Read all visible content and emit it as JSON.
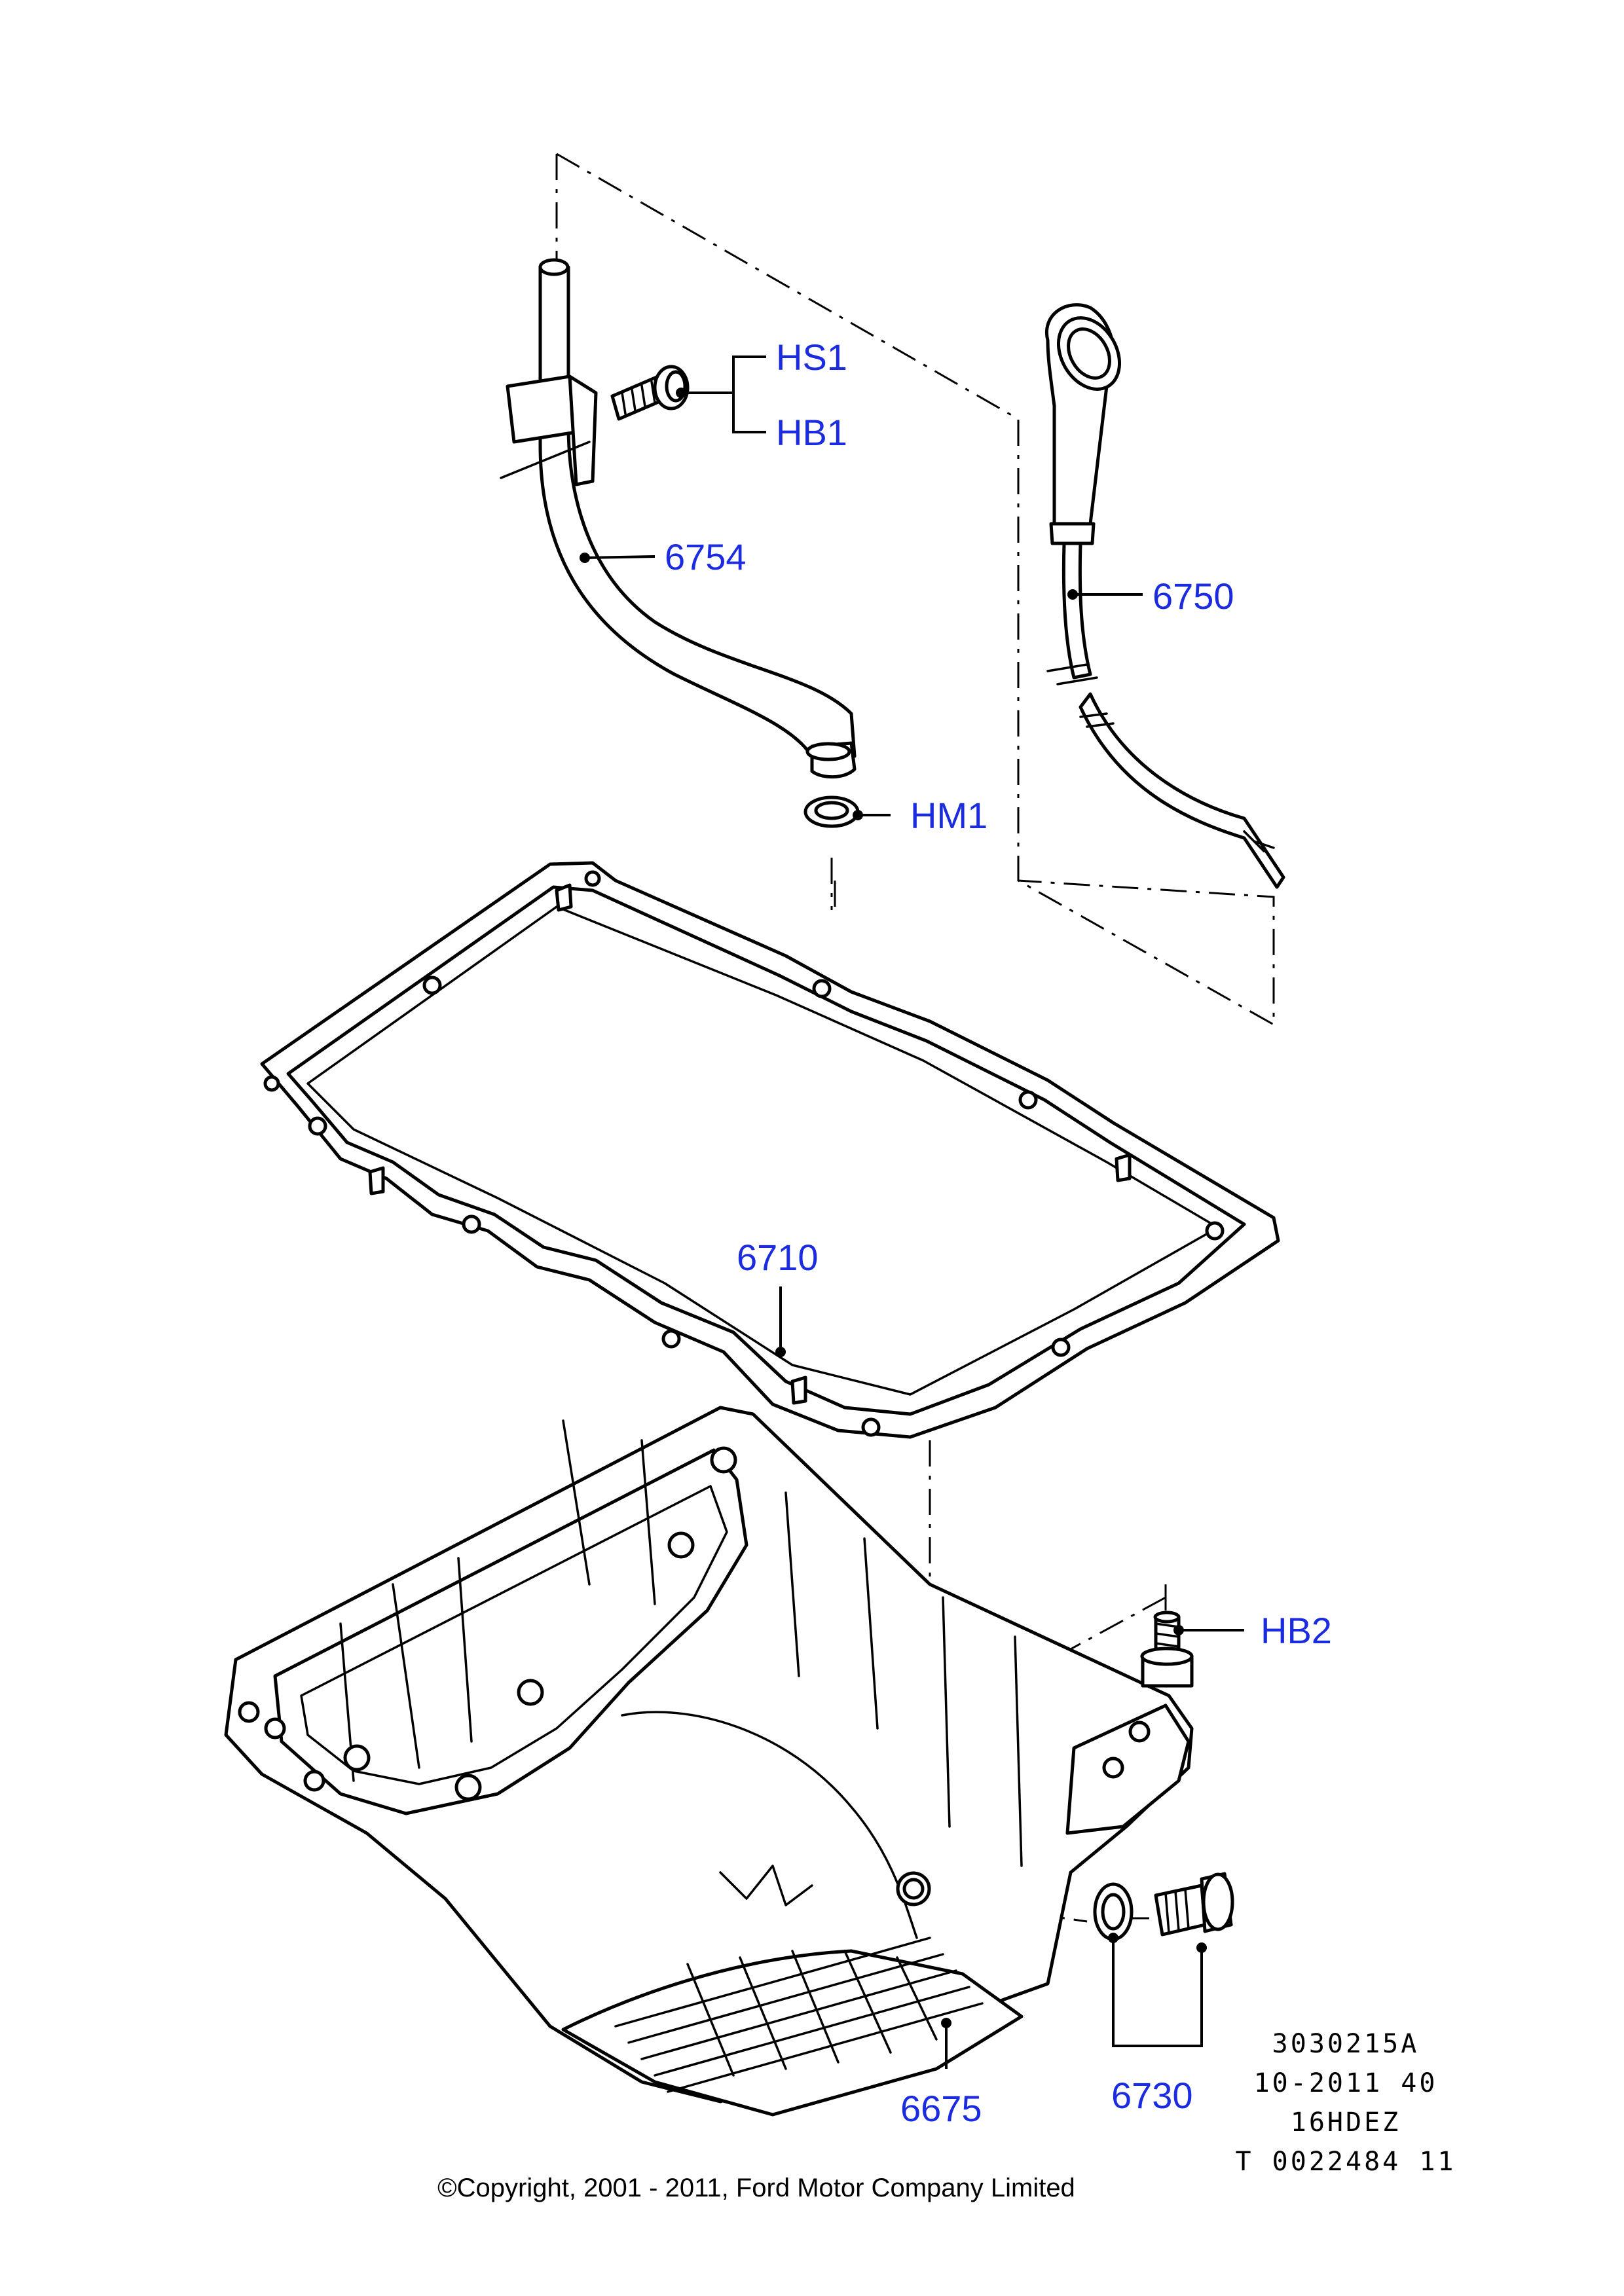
{
  "callouts": {
    "hs1": "HS1",
    "hb1": "HB1",
    "p6754": "6754",
    "p6750": "6750",
    "hm1": "HM1",
    "p6710": "6710",
    "hb2": "HB2",
    "p6675": "6675",
    "p6730": "6730"
  },
  "info_block": {
    "line1": "3030215A",
    "line2": "10-2011 40",
    "line3": "16HDEZ",
    "line4": "T 0022484 11"
  },
  "copyright": "©Copyright, 2001 - 2011, Ford Motor Company Limited",
  "colors": {
    "callout": "#1b2be0",
    "line": "#000000",
    "background": "#ffffff"
  }
}
